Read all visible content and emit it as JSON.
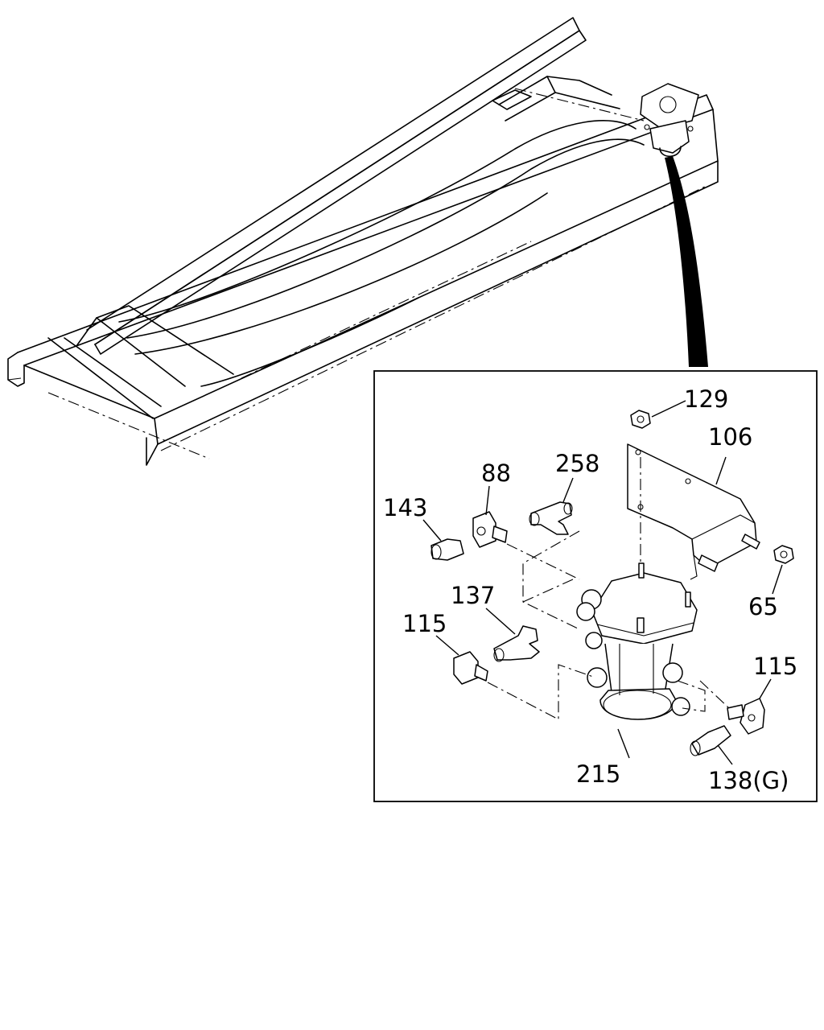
{
  "callouts": {
    "c129": "129",
    "c106": "106",
    "c88": "88",
    "c258": "258",
    "c143": "143",
    "c65": "65",
    "c137": "137",
    "c115a": "115",
    "c115b": "115",
    "c215": "215",
    "c138": "138(G)"
  }
}
